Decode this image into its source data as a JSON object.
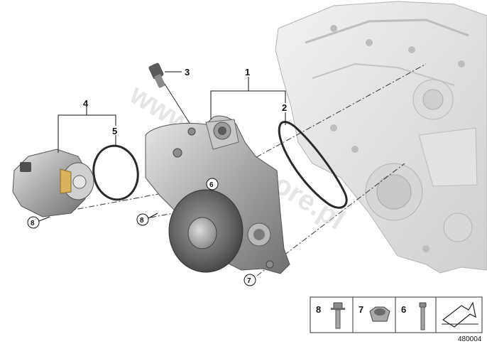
{
  "callouts": {
    "part_1": "1",
    "part_2": "2",
    "part_3": "3",
    "part_4": "4",
    "part_5": "5",
    "ref_6": "6",
    "ref_7": "7",
    "ref_8a": "8",
    "ref_8b": "8"
  },
  "watermark": "www.BMWstore.pl",
  "legend": {
    "item_8": "8",
    "item_7": "7",
    "item_6": "6"
  },
  "diagram_id": "480004"
}
